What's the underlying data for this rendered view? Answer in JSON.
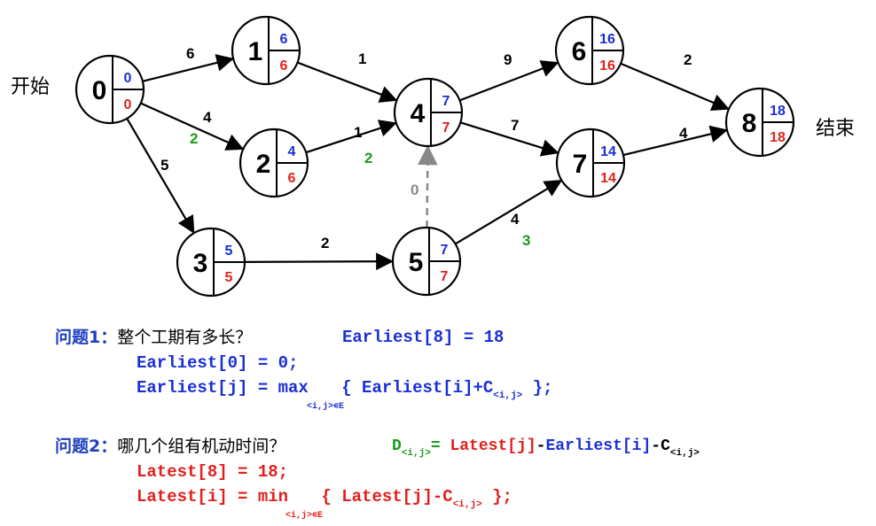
{
  "colors": {
    "earliest": "#1a2fd6",
    "latest": "#e0201c",
    "slack": "#1b9a1b",
    "dummy": "#888888",
    "edge": "#000000"
  },
  "labels": {
    "start": "开始",
    "end": "结束"
  },
  "nodes": [
    {
      "id": "0",
      "earliest": "0",
      "latest": "0"
    },
    {
      "id": "1",
      "earliest": "6",
      "latest": "6"
    },
    {
      "id": "2",
      "earliest": "4",
      "latest": "6"
    },
    {
      "id": "3",
      "earliest": "5",
      "latest": "5"
    },
    {
      "id": "4",
      "earliest": "7",
      "latest": "7"
    },
    {
      "id": "5",
      "earliest": "7",
      "latest": "7"
    },
    {
      "id": "6",
      "earliest": "16",
      "latest": "16"
    },
    {
      "id": "7",
      "earliest": "14",
      "latest": "14"
    },
    {
      "id": "8",
      "earliest": "18",
      "latest": "18"
    }
  ],
  "edges": [
    {
      "from": "0",
      "to": "1",
      "weight": "6",
      "slack": ""
    },
    {
      "from": "0",
      "to": "2",
      "weight": "4",
      "slack": "2"
    },
    {
      "from": "0",
      "to": "3",
      "weight": "5",
      "slack": ""
    },
    {
      "from": "1",
      "to": "4",
      "weight": "1",
      "slack": ""
    },
    {
      "from": "2",
      "to": "4",
      "weight": "1",
      "slack": "2"
    },
    {
      "from": "3",
      "to": "5",
      "weight": "2",
      "slack": ""
    },
    {
      "from": "5",
      "to": "4",
      "weight": "0",
      "slack": "",
      "dummy": true
    },
    {
      "from": "4",
      "to": "6",
      "weight": "9",
      "slack": ""
    },
    {
      "from": "4",
      "to": "7",
      "weight": "7",
      "slack": ""
    },
    {
      "from": "5",
      "to": "7",
      "weight": "4",
      "slack": "3"
    },
    {
      "from": "6",
      "to": "8",
      "weight": "2",
      "slack": ""
    },
    {
      "from": "7",
      "to": "8",
      "weight": "4",
      "slack": ""
    }
  ],
  "question1": {
    "label": "问题1",
    "colon": "：",
    "text": "整个工期有多长？",
    "answer": "Earliest[8] = 18",
    "line1": "Earliest[0] = 0;",
    "line2_a": "Earliest[j] = max",
    "line2_sub": "<i,j>∊E",
    "line2_b": "{ Earliest[i]+C",
    "line2_c_sub": "<i,j>",
    "line2_end": " };"
  },
  "question2": {
    "label": "问题2",
    "colon": "：",
    "text": "哪几个组有机动时间？",
    "formula_d": "D",
    "formula_d_sub": "<i,j>",
    "formula_eq": "= ",
    "formula_latest": "Latest[j]",
    "formula_minus1": "-",
    "formula_earliest": "Earliest[i]",
    "formula_minus2": "-C",
    "formula_c_sub": "<i,j>",
    "line1": "Latest[8] = 18;",
    "line2_a": "Latest[i] = min",
    "line2_sub": "<i,j>∊E",
    "line2_b": "{ Latest[j]-C",
    "line2_c_sub": "<i,j>",
    "line2_end": " };"
  }
}
